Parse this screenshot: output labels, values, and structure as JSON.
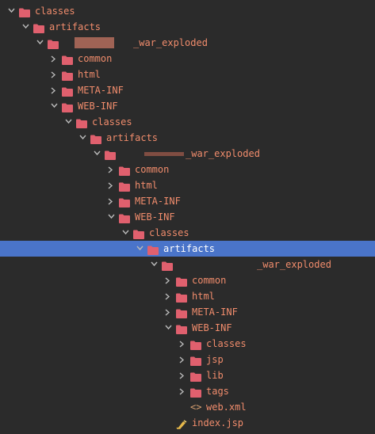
{
  "tree": [
    {
      "label": "classes",
      "depth": 0,
      "expanded": true,
      "type": "folder"
    },
    {
      "label": "artifacts",
      "depth": 1,
      "expanded": true,
      "type": "folder"
    },
    {
      "label": "_war_exploded",
      "depth": 2,
      "expanded": true,
      "type": "folder",
      "redacted": true
    },
    {
      "label": "common",
      "depth": 3,
      "expanded": false,
      "type": "folder"
    },
    {
      "label": "html",
      "depth": 3,
      "expanded": false,
      "type": "folder"
    },
    {
      "label": "META-INF",
      "depth": 3,
      "expanded": false,
      "type": "folder"
    },
    {
      "label": "WEB-INF",
      "depth": 3,
      "expanded": true,
      "type": "folder"
    },
    {
      "label": "classes",
      "depth": 4,
      "expanded": true,
      "type": "folder"
    },
    {
      "label": "artifacts",
      "depth": 5,
      "expanded": true,
      "type": "folder"
    },
    {
      "label": "_war_exploded",
      "depth": 6,
      "expanded": true,
      "type": "folder",
      "redacted": true
    },
    {
      "label": "common",
      "depth": 7,
      "expanded": false,
      "type": "folder"
    },
    {
      "label": "html",
      "depth": 7,
      "expanded": false,
      "type": "folder"
    },
    {
      "label": "META-INF",
      "depth": 7,
      "expanded": false,
      "type": "folder"
    },
    {
      "label": "WEB-INF",
      "depth": 7,
      "expanded": true,
      "type": "folder"
    },
    {
      "label": "classes",
      "depth": 8,
      "expanded": true,
      "type": "folder"
    },
    {
      "label": "artifacts",
      "depth": 9,
      "expanded": true,
      "type": "folder",
      "selected": true
    },
    {
      "label": "_war_exploded",
      "depth": 10,
      "expanded": true,
      "type": "folder",
      "redacted": true
    },
    {
      "label": "common",
      "depth": 11,
      "expanded": false,
      "type": "folder"
    },
    {
      "label": "html",
      "depth": 11,
      "expanded": false,
      "type": "folder"
    },
    {
      "label": "META-INF",
      "depth": 11,
      "expanded": false,
      "type": "folder"
    },
    {
      "label": "WEB-INF",
      "depth": 11,
      "expanded": true,
      "type": "folder"
    },
    {
      "label": "classes",
      "depth": 12,
      "expanded": false,
      "type": "folder"
    },
    {
      "label": "jsp",
      "depth": 12,
      "expanded": false,
      "type": "folder"
    },
    {
      "label": "lib",
      "depth": 12,
      "expanded": false,
      "type": "folder"
    },
    {
      "label": "tags",
      "depth": 12,
      "expanded": false,
      "type": "folder"
    },
    {
      "label": "web.xml",
      "depth": 12,
      "type": "xml-file"
    },
    {
      "label": "index.jsp",
      "depth": 11,
      "type": "jsp-file"
    }
  ],
  "colors": {
    "background": "#2b2b2b",
    "folder": "#e0606e",
    "label": "#f08c6c",
    "selection": "#4a74c9",
    "arrow": "#b9b9b9"
  }
}
